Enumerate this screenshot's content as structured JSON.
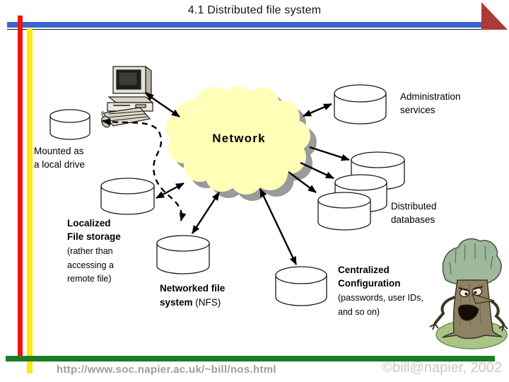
{
  "slide": {
    "title": "4.1 Distributed file system",
    "footer": {
      "url": "http://www.soc.napier.ac.uk/~bill/nos.html",
      "copyright": "©bill@napier, 2002"
    }
  },
  "diagram": {
    "cloud_label": "Network",
    "nodes": {
      "mounted_drive": {
        "line1": "Mounted as",
        "line2": "a local drive"
      },
      "localized_storage": {
        "title_line1": "Localized",
        "title_line2": "File storage",
        "note_line1": "(rather than",
        "note_line2": "accessing a",
        "note_line3": "remote file)"
      },
      "networked_fs": {
        "title_line1": "Networked file",
        "title_line2_bold": "system",
        "title_line2_rest": " (NFS)"
      },
      "admin_services": {
        "line1": "Administration",
        "line2": "services"
      },
      "distributed_db": {
        "line1": "Distributed",
        "line2": "databases"
      },
      "central_config": {
        "title_line1": "Centralized",
        "title_line2": "Configuration",
        "note_line1": "(passwords, user IDs,",
        "note_line2": "and so on)"
      }
    },
    "icons": {
      "computer": "desktop-pc-icon",
      "cloud": "network-cloud-icon",
      "storage": "database-cylinder-icon",
      "mascot": "tree-character-icon"
    }
  },
  "colors": {
    "title_bar_blue": "#3b64cf",
    "corner_triangle_red": "#ad3a38",
    "left_line_red": "#ee1409",
    "left_line_yellow": "#fde90b",
    "bottom_bar_green": "#1d7d26",
    "cloud_yellow": "#ffffb8",
    "cloud_shadow_gray": "#9a9a9a"
  }
}
